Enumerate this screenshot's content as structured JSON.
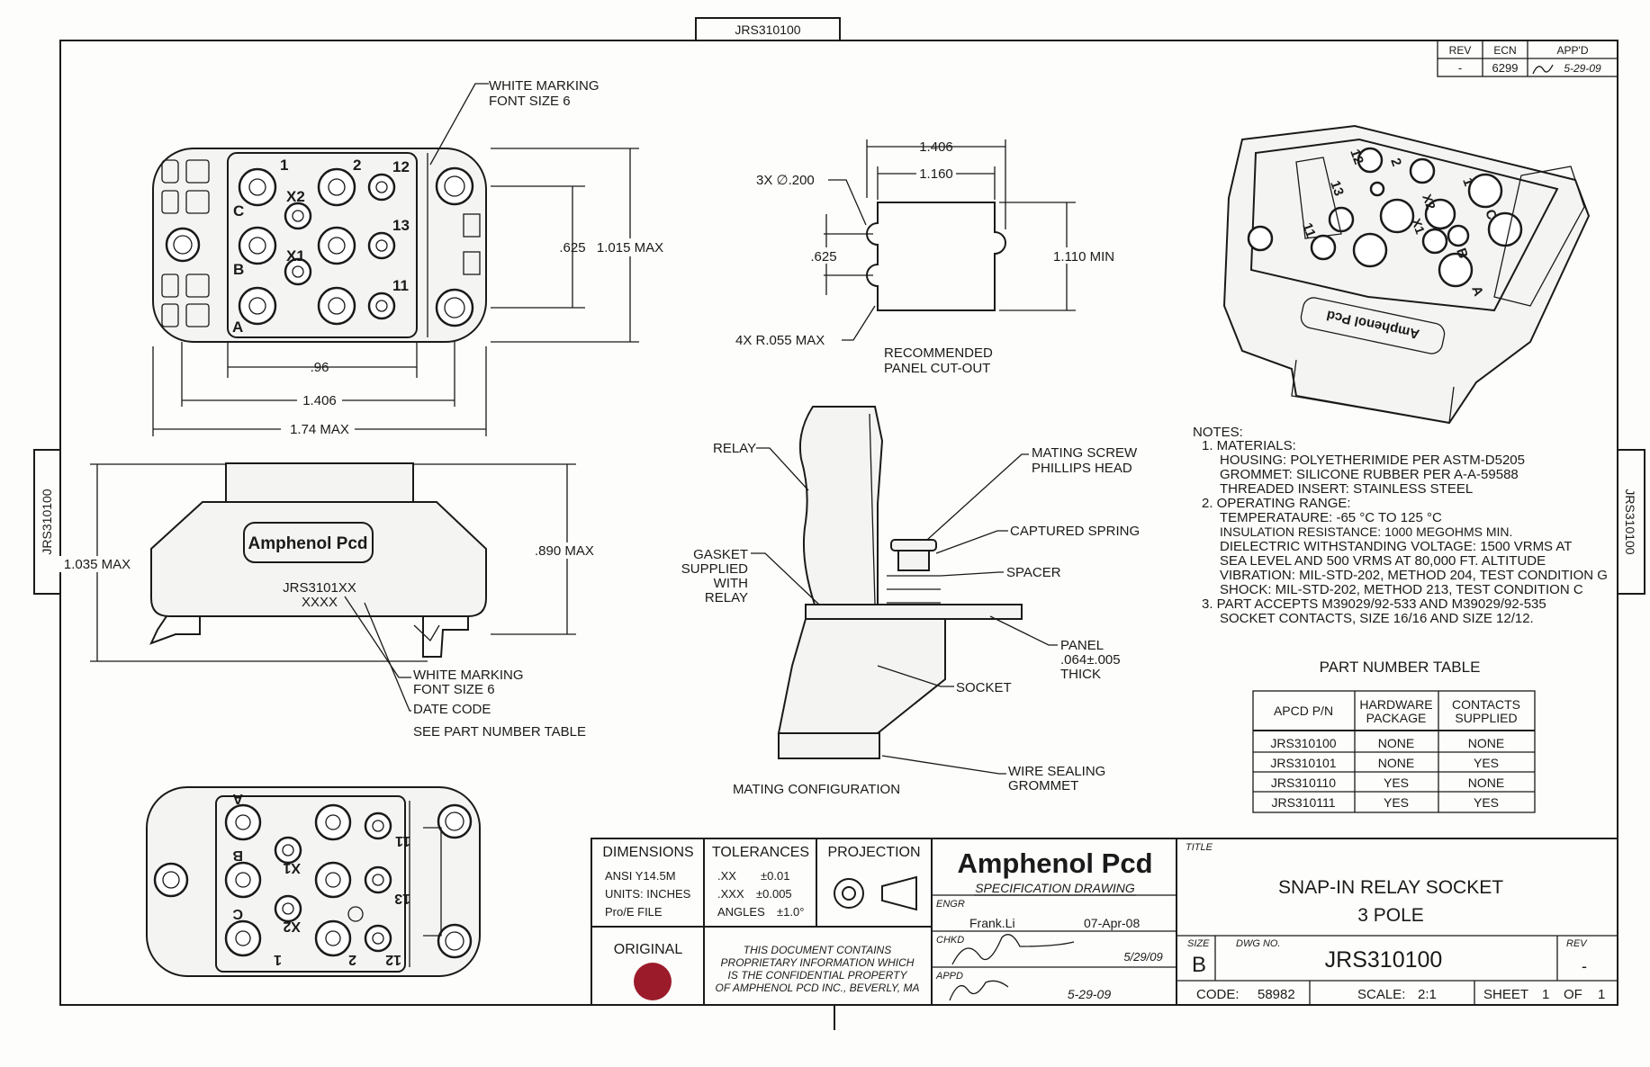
{
  "sheet": {
    "tab_top": "JRS310100",
    "tab_left": "JRS310100",
    "tab_right": "JRS310100"
  },
  "revision": {
    "headers": [
      "REV",
      "ECN",
      "APP'D"
    ],
    "row": [
      "-",
      "6299",
      "5-29-09"
    ]
  },
  "top_view": {
    "marking": "WHITE MARKING",
    "marking_font": "FONT SIZE 6",
    "pins": [
      "1",
      "2",
      "12",
      "X2",
      "C",
      "13",
      "X1",
      "B",
      "11",
      "A"
    ],
    "dims": {
      "w_inner": ".96",
      "w_mid": "1.406",
      "w_max": "1.74 MAX",
      "h_a": ".625",
      "h_max": "1.015 MAX"
    }
  },
  "cutout": {
    "w_outer": "1.406",
    "w_inner": "1.160",
    "holes": "3X ∅.200",
    "h_mid": ".625",
    "h_min": "1.110 MIN",
    "radius": "4X R.055 MAX",
    "caption_1": "RECOMMENDED",
    "caption_2": "PANEL CUT-OUT"
  },
  "side_view": {
    "logo": "Amphenol Pcd",
    "pn": "JRS3101XX",
    "date": "XXXX",
    "h_max": "1.035 MAX",
    "h_body": ".890 MAX",
    "marking": "WHITE MARKING",
    "marking_font": "FONT SIZE 6",
    "date_code": "DATE CODE",
    "see_table": "SEE PART NUMBER TABLE"
  },
  "mating": {
    "relay": "RELAY",
    "screw_1": "MATING SCREW",
    "screw_2": "PHILLIPS HEAD",
    "spring": "CAPTURED SPRING",
    "spacer": "SPACER",
    "gasket_1": "GASKET",
    "gasket_2": "SUPPLIED",
    "gasket_3": "WITH",
    "gasket_4": "RELAY",
    "panel_1": "PANEL",
    "panel_2": ".064±.005",
    "panel_3": "THICK",
    "socket": "SOCKET",
    "grommet_1": "WIRE SEALING",
    "grommet_2": "GROMMET",
    "caption": "MATING CONFIGURATION"
  },
  "iso_view": {
    "logo": "Amphenol Pcd",
    "pins": [
      "12",
      "2",
      "1",
      "13",
      "X2",
      "X1",
      "C",
      "11",
      "B",
      "A"
    ]
  },
  "notes": {
    "title": "NOTES:",
    "lines": [
      "1.  MATERIALS:",
      "HOUSING: POLYETHERIMIDE PER ASTM-D5205",
      "GROMMET: SILICONE RUBBER PER A-A-59588",
      "THREADED INSERT: STAINLESS STEEL",
      "2.  OPERATING RANGE:",
      "TEMPERATAURE: -65 °C TO 125 °C",
      "INSULATION RESISTANCE: 1000 MEGOHMS MIN.",
      "DIELECTRIC WITHSTANDING VOLTAGE: 1500 VRMS AT",
      "SEA LEVEL AND 500 VRMS AT 80,000 FT. ALTITUDE",
      "VIBRATION: MIL-STD-202, METHOD 204, TEST CONDITION G",
      "SHOCK: MIL-STD-202, METHOD 213, TEST CONDITION C",
      "3.  PART ACCEPTS M39029/92-533 AND M39029/92-535",
      "SOCKET CONTACTS, SIZE 16/16 AND SIZE 12/12."
    ]
  },
  "part_table": {
    "title": "PART NUMBER TABLE",
    "headers": [
      "APCD P/N",
      "HARDWARE PACKAGE",
      "CONTACTS SUPPLIED"
    ],
    "rows": [
      [
        "JRS310100",
        "NONE",
        "NONE"
      ],
      [
        "JRS310101",
        "NONE",
        "YES"
      ],
      [
        "JRS310110",
        "YES",
        "NONE"
      ],
      [
        "JRS310111",
        "YES",
        "YES"
      ]
    ]
  },
  "bottom_view": {
    "pins": [
      "A",
      "B",
      "X1",
      "11",
      "X2",
      "13",
      "C",
      "1",
      "2",
      "12"
    ]
  },
  "title_block": {
    "dimensions": "DIMENSIONS",
    "ansi": "ANSI Y14.5M",
    "units": "UNITS: INCHES",
    "proe": "Pro/E FILE",
    "tolerances": "TOLERANCES",
    "tol": [
      [
        ".XX",
        "±0.01"
      ],
      [
        ".XXX",
        "±0.005"
      ],
      [
        "ANGLES",
        "±1.0°"
      ]
    ],
    "projection": "PROJECTION",
    "company": "Amphenol Pcd",
    "spec": "SPECIFICATION DRAWING",
    "engr_label": "ENGR",
    "engr": "Frank.Li",
    "engr_date": "07-Apr-08",
    "chkd_label": "CHKD",
    "chkd_date": "5/29/09",
    "appd_label": "APPD",
    "appd_date": "5-29-09",
    "original": "ORIGINAL",
    "confidential": [
      "THIS DOCUMENT CONTAINS",
      "PROPRIETARY INFORMATION WHICH",
      "IS THE CONFIDENTIAL PROPERTY",
      "OF AMPHENOL PCD INC., BEVERLY, MA"
    ],
    "title_label": "TITLE",
    "title_1": "SNAP-IN RELAY SOCKET",
    "title_2": "3 POLE",
    "size_label": "SIZE",
    "size": "B",
    "dwg_label": "DWG NO.",
    "dwg": "JRS310100",
    "rev_label": "REV",
    "rev": "-",
    "code_label": "CODE:",
    "code": "58982",
    "scale_label": "SCALE:",
    "scale": "2:1",
    "sheet_label": "SHEET",
    "sheet": "1",
    "of_label": "OF",
    "of": "1",
    "stamp_color": "#9b1b2a"
  }
}
